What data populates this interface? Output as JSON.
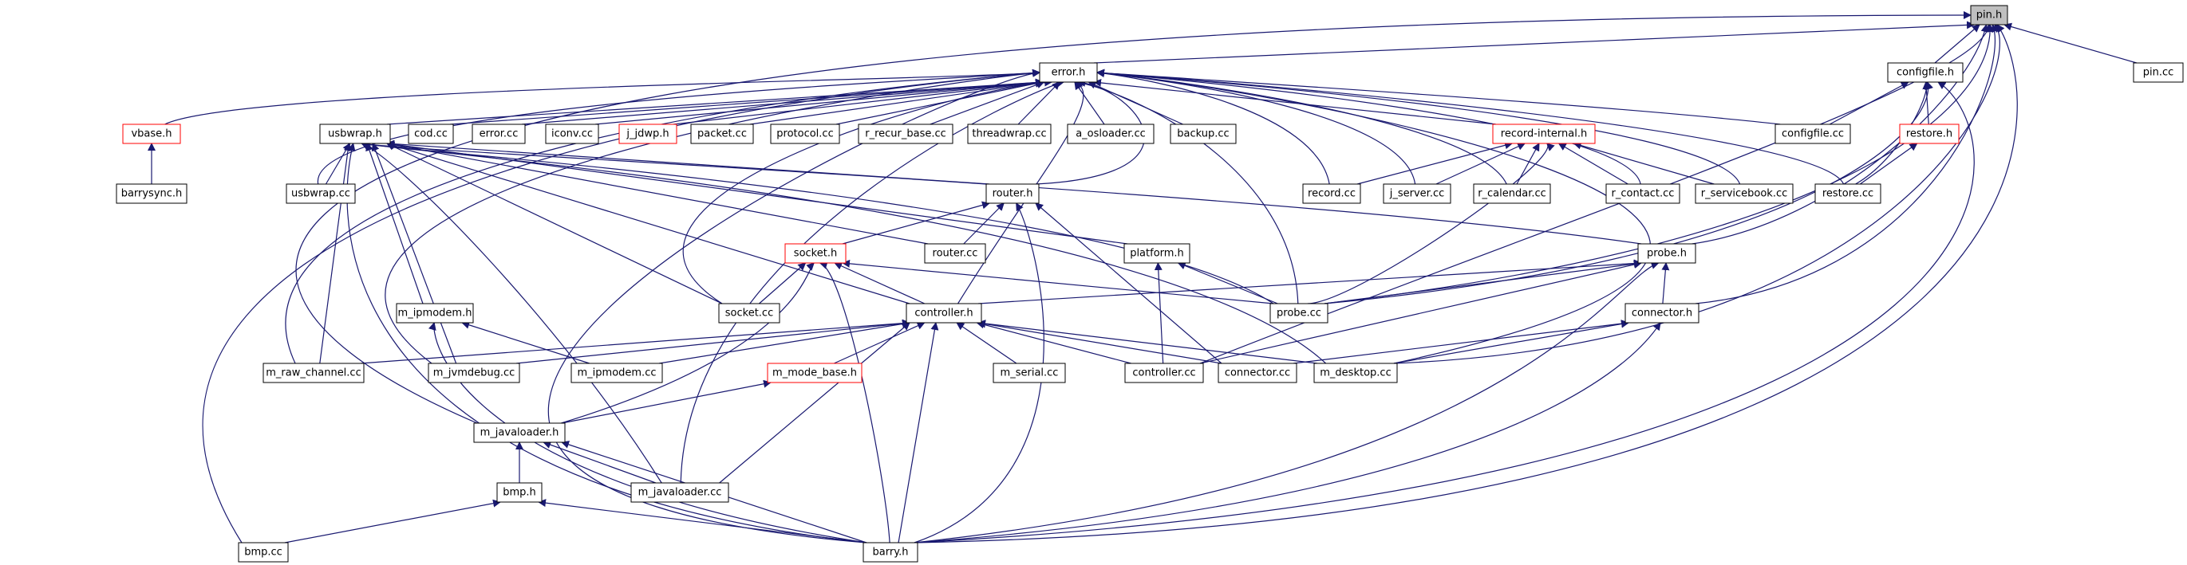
{
  "colors": {
    "edge": "#191970",
    "node_border": "#000000",
    "undocumented_border": "#ff0000",
    "current_fill": "#bfbfbf"
  },
  "nodes": {
    "pin_h": "pin.h",
    "configfile_h": "configfile.h",
    "pin_cc": "pin.cc",
    "error_h": "error.h",
    "vbase_h": "vbase.h",
    "usbwrap_h": "usbwrap.h",
    "cod_cc": "cod.cc",
    "error_cc": "error.cc",
    "iconv_cc": "iconv.cc",
    "j_jdwp_h": "j_jdwp.h",
    "packet_cc": "packet.cc",
    "protocol_cc": "protocol.cc",
    "r_recur_base_cc": "r_recur_base.cc",
    "threadwrap_cc": "threadwrap.cc",
    "a_osloader_cc": "a_osloader.cc",
    "backup_cc": "backup.cc",
    "record_internal_h": "record-internal.h",
    "configfile_cc": "configfile.cc",
    "restore_h": "restore.h",
    "barrysync_h": "barrysync.h",
    "usbwrap_cc": "usbwrap.cc",
    "router_h": "router.h",
    "record_cc": "record.cc",
    "j_server_cc": "j_server.cc",
    "r_calendar_cc": "r_calendar.cc",
    "r_contact_cc": "r_contact.cc",
    "r_servicebook_cc": "r_servicebook.cc",
    "restore_cc": "restore.cc",
    "socket_h": "socket.h",
    "router_cc": "router.cc",
    "platform_h": "platform.h",
    "probe_h": "probe.h",
    "m_ipmodem_h": "m_ipmodem.h",
    "socket_cc": "socket.cc",
    "controller_h": "controller.h",
    "probe_cc": "probe.cc",
    "connector_h": "connector.h",
    "m_raw_channel_cc": "m_raw_channel.cc",
    "m_jvmdebug_cc": "m_jvmdebug.cc",
    "m_ipmodem_cc": "m_ipmodem.cc",
    "m_mode_base_h": "m_mode_base.h",
    "m_serial_cc": "m_serial.cc",
    "controller_cc": "controller.cc",
    "connector_cc": "connector.cc",
    "m_desktop_cc": "m_desktop.cc",
    "m_javaloader_h": "m_javaloader.h",
    "bmp_h": "bmp.h",
    "m_javaloader_cc": "m_javaloader.cc",
    "bmp_cc": "bmp.cc",
    "barry_h": "barry.h"
  }
}
